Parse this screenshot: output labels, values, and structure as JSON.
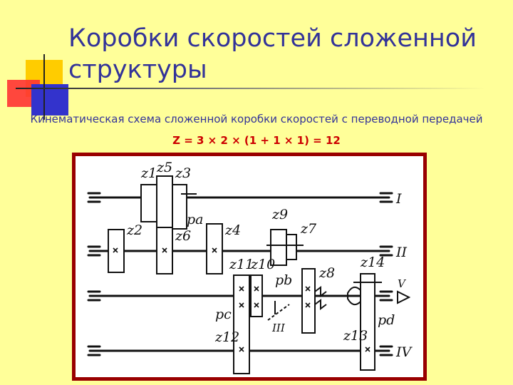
{
  "slide": {
    "title": "Коробки скоростей сложенной структуры",
    "subtitle": "Кинематическая схема  сложенной коробки скоростей с переводной передачей",
    "formula": "Z = 3 × 2 × (1 + 1 × 1) = 12"
  },
  "diagram": {
    "shafts": [
      "I",
      "II",
      "V",
      "IV"
    ],
    "shaft_III_label": "III",
    "gears": {
      "z1": "z1",
      "z2": "z2",
      "z3": "z3",
      "z4": "z4",
      "z5": "z5",
      "z6": "z6",
      "z7": "z7",
      "z8": "z8",
      "z9": "z9",
      "z10": "z10",
      "z11": "z11",
      "z12": "z12",
      "z13": "z13",
      "z14": "z14"
    },
    "blocks": {
      "pa": "pa",
      "pb": "pb",
      "pc": "pc",
      "pd": "pd"
    }
  },
  "colors": {
    "background": "#ffff99",
    "title": "#333399",
    "formula": "#cc0000",
    "frame": "#990000"
  }
}
